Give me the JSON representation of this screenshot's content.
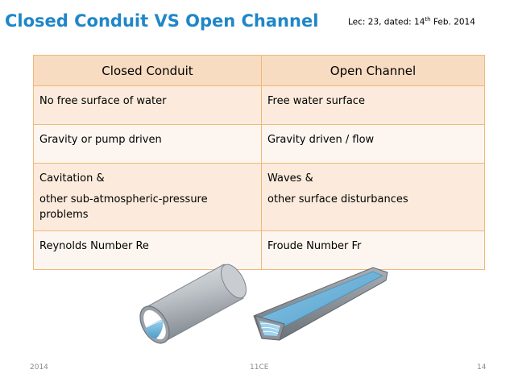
{
  "slide": {
    "title": "Closed Conduit VS Open Channel",
    "lecture": {
      "prefix": "Lec: 23, dated: 14",
      "sup": "th",
      "suffix": " Feb. 2014"
    }
  },
  "table": {
    "headers": [
      "Closed Conduit",
      "Open Channel"
    ],
    "rows": [
      {
        "left": [
          "No free surface of water"
        ],
        "right": [
          "Free water surface"
        ]
      },
      {
        "left": [
          "Gravity or pump driven"
        ],
        "right": [
          "Gravity driven / flow"
        ]
      },
      {
        "left": [
          "Cavitation &",
          "other sub-atmospheric-pressure problems"
        ],
        "right": [
          "Waves &",
          "other surface disturbances"
        ]
      },
      {
        "left": [
          "Reynolds Number Re"
        ],
        "right": [
          "Froude Number Fr"
        ]
      }
    ]
  },
  "illustrations": {
    "pipe_icon": "closed-pipe-icon",
    "channel_icon": "open-channel-icon",
    "colors": {
      "water": "#6fb4d8",
      "pipe": "#b9bec4",
      "channel": "#8e959c"
    }
  },
  "footer": {
    "left": "2014",
    "center": "11CE",
    "right": "14"
  }
}
